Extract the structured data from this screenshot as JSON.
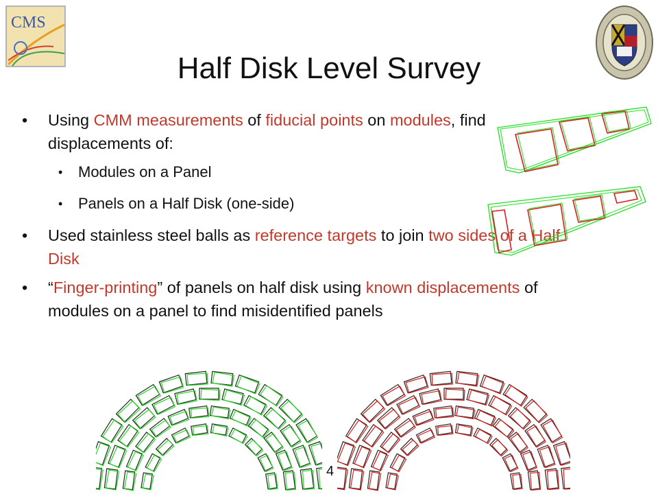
{
  "title": "Half Disk Level Survey",
  "page_number": "4",
  "colors": {
    "highlight": "#c0392b",
    "green": "#22dd22",
    "red": "#dd1c1c",
    "dark": "#222222"
  },
  "logos": {
    "left": "CMS",
    "right": "university-seal"
  },
  "bullets": [
    {
      "level": 1,
      "runs": [
        {
          "text": "Using ",
          "hl": false
        },
        {
          "text": "CMM measurements",
          "hl": true
        },
        {
          "text": " of ",
          "hl": false
        },
        {
          "text": "fiducial points",
          "hl": true
        },
        {
          "text": " on ",
          "hl": false
        },
        {
          "text": "modules",
          "hl": true
        },
        {
          "text": ", find displacements of:",
          "hl": false
        }
      ]
    },
    {
      "level": 2,
      "runs": [
        {
          "text": "Modules on a Panel",
          "hl": false
        }
      ]
    },
    {
      "level": 2,
      "runs": [
        {
          "text": "Panels on a Half Disk (one-side)",
          "hl": false
        }
      ]
    },
    {
      "level": 1,
      "runs": [
        {
          "text": "Used stainless steel balls as ",
          "hl": false
        },
        {
          "text": "reference targets",
          "hl": true
        },
        {
          "text": " to join ",
          "hl": false
        },
        {
          "text": "two sides of a Half Disk",
          "hl": true
        }
      ]
    },
    {
      "level": 1,
      "runs": [
        {
          "text": "“",
          "hl": false
        },
        {
          "text": "Finger-printing",
          "hl": true
        },
        {
          "text": "” of panels on half disk using ",
          "hl": false
        },
        {
          "text": "known displacements",
          "hl": true
        },
        {
          "text": " of modules on a panel to find misidentified panels",
          "hl": false
        }
      ]
    }
  ]
}
